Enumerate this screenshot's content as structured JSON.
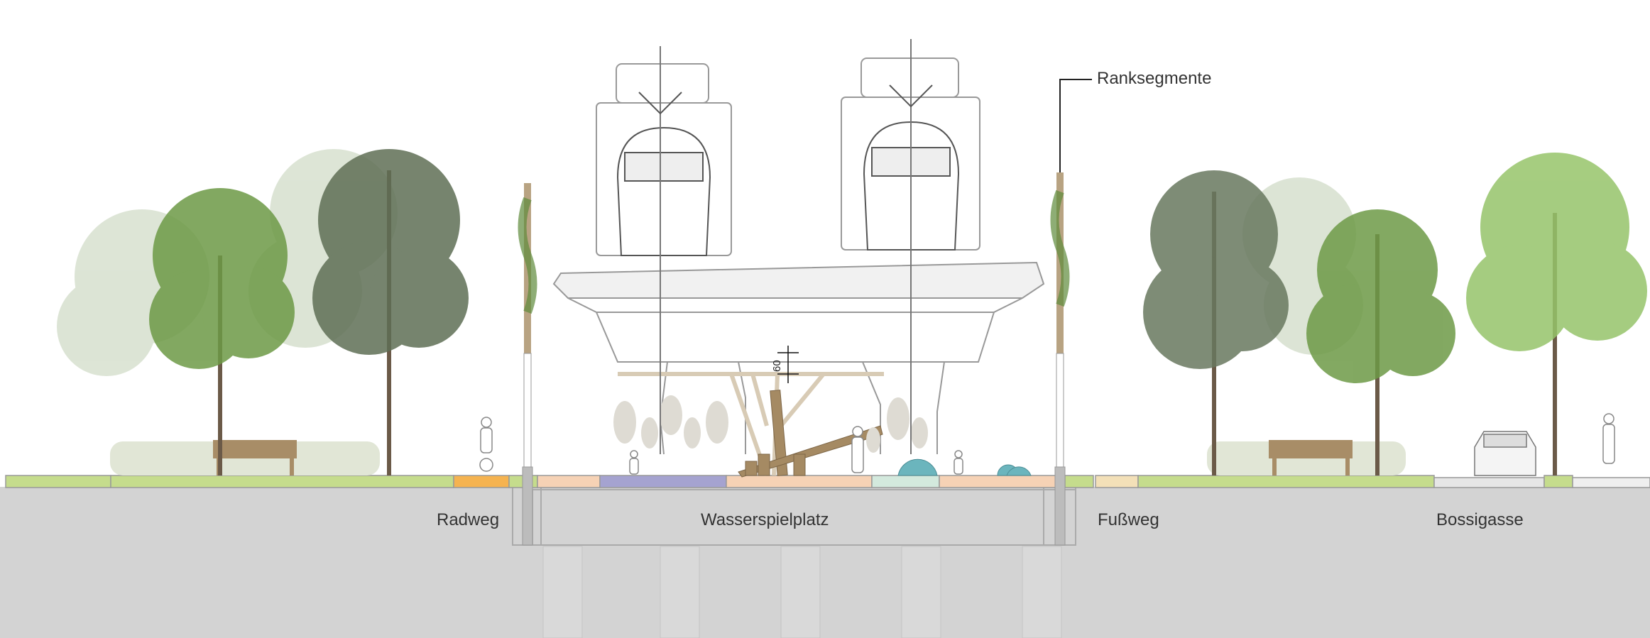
{
  "labels": {
    "ranksegmente": "Ranksegmente",
    "radweg": "Radweg",
    "wasserspielplatz": "Wasserspielplatz",
    "fussweg": "Fußweg",
    "bossigasse": "Bossigasse"
  },
  "dimension": "60",
  "colors": {
    "ground": "#d3d3d3",
    "grass": "#c5dc8c",
    "playground_sand": "#f6d2b5",
    "blue_strip": "#a5a3d0",
    "bike_path": "#f5b350",
    "water_element": "#6bb5bd",
    "wood": "#a58a63"
  }
}
